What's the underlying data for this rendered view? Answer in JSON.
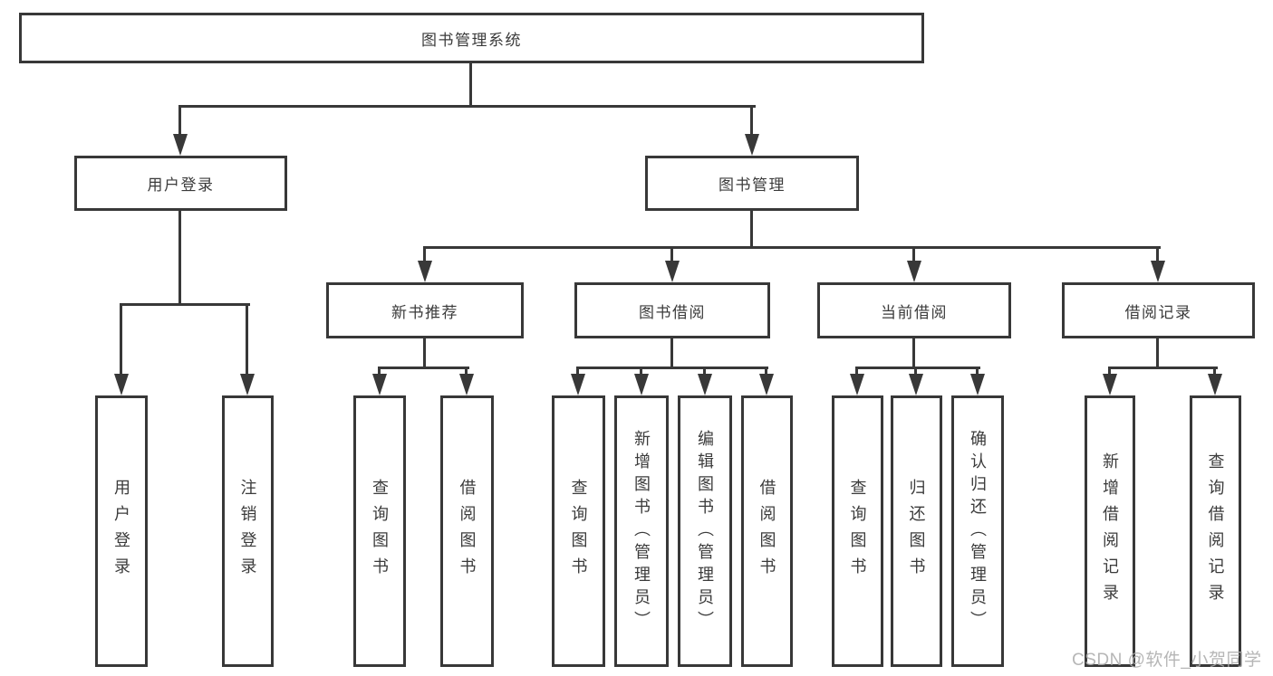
{
  "diagram_title": "图书管理系统",
  "watermark": "CSDN @软件_小贺同学",
  "colors": {
    "line": "#383838",
    "text": "#3b3b3b",
    "background": "#ffffff",
    "watermark": "#acacac"
  },
  "nodes": {
    "root": "图书管理系统",
    "user_login": "用户登录",
    "book_management": "图书管理",
    "new_book_recommend": "新书推荐",
    "book_borrow": "图书借阅",
    "current_borrow": "当前借阅",
    "borrow_records": "借阅记录",
    "leaf_user_login": "用户登录",
    "leaf_logout_login": "注销登录",
    "rec_query_books": "查询图书",
    "rec_borrow_books": "借阅图书",
    "bb_query_books": "查询图书",
    "bb_add_books_admin": "新增图书（管理员）",
    "bb_edit_books_admin": "编辑图书（管理员）",
    "bb_borrow_books": "借阅图书",
    "cb_query_books": "查询图书",
    "cb_return_books": "归还图书",
    "cb_confirm_return_admin": "确认归还（管理员）",
    "br_add_record": "新增借阅记录",
    "br_query_record": "查询借阅记录"
  }
}
